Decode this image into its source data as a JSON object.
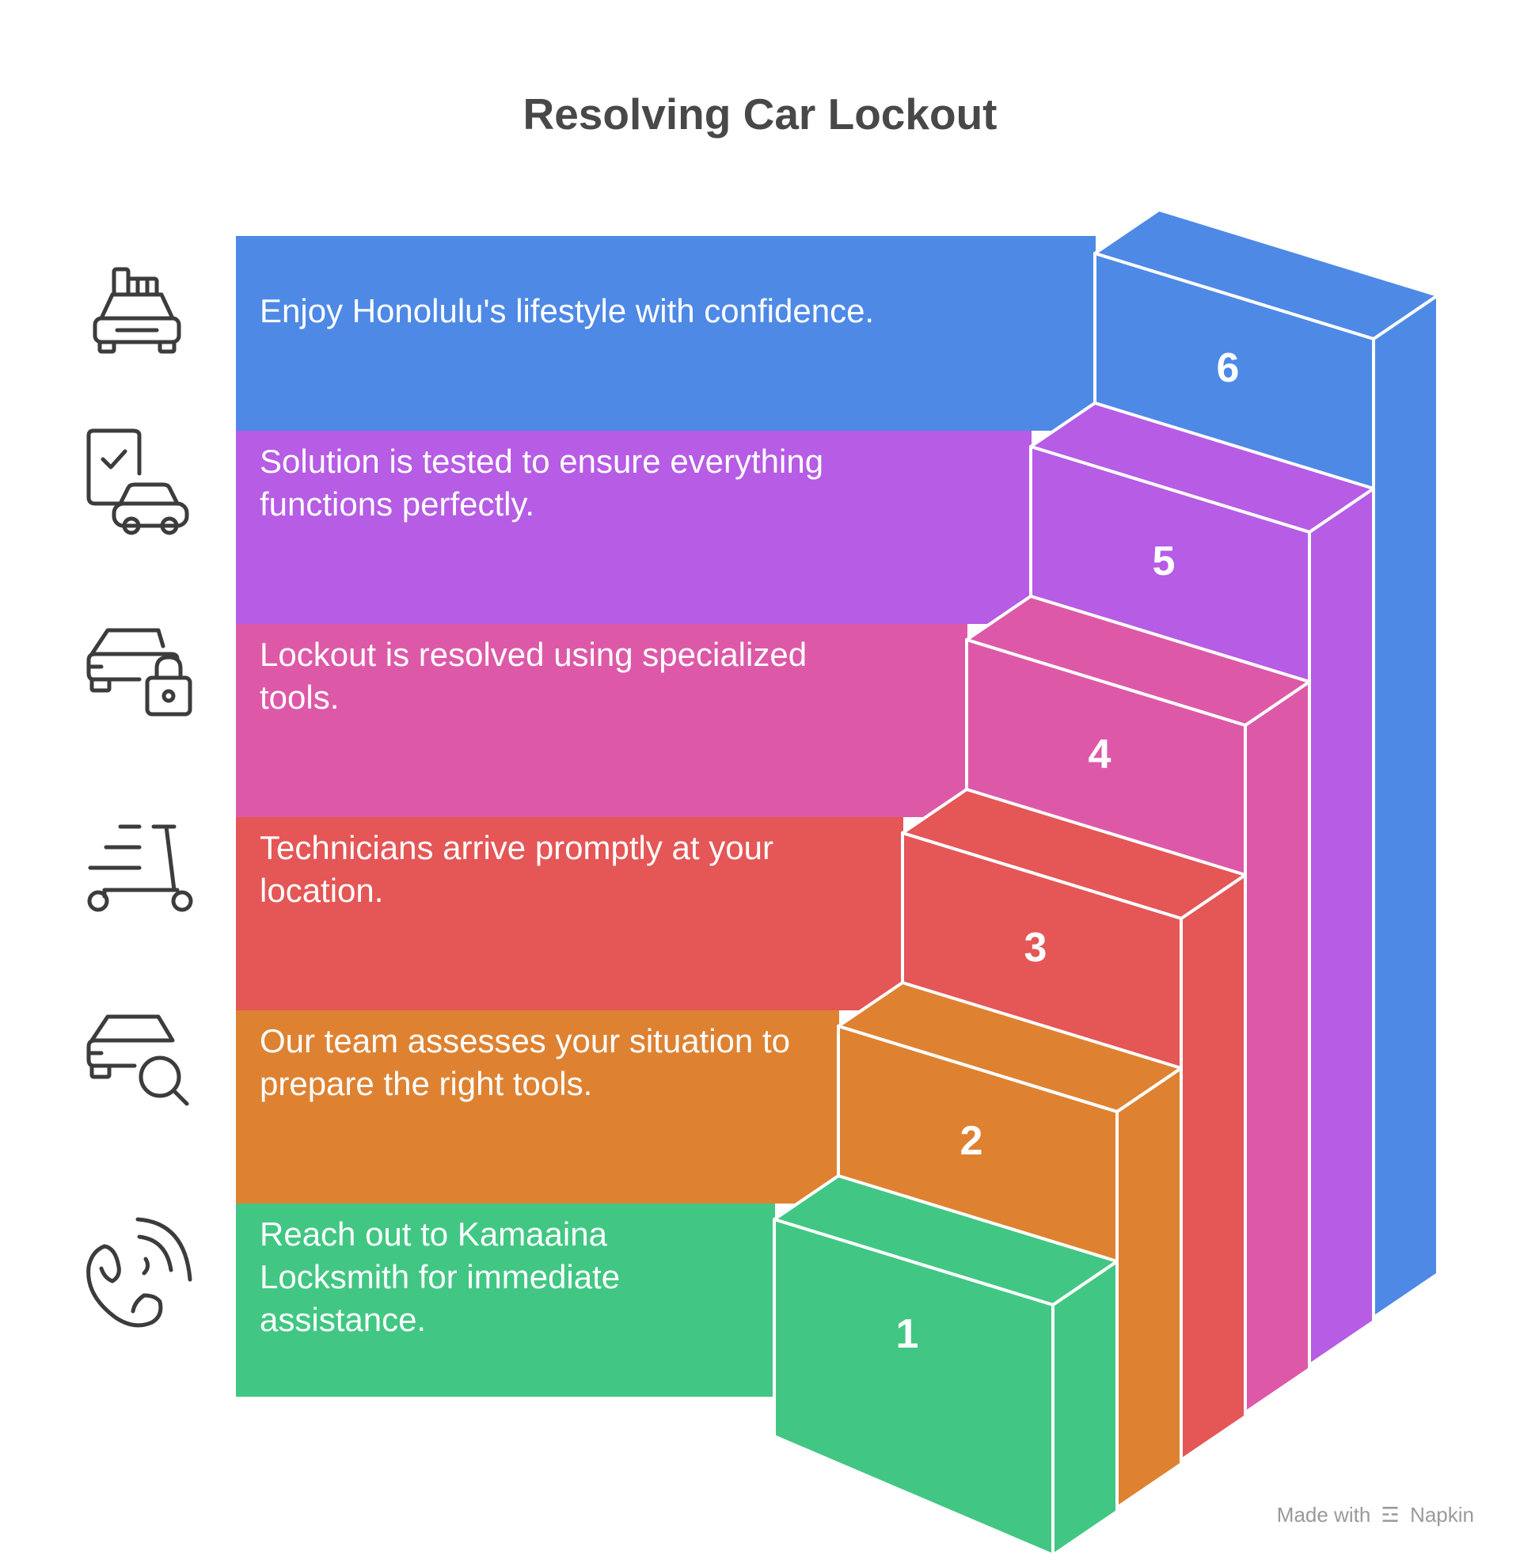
{
  "title": "Resolving Car Lockout",
  "steps": [
    {
      "number": "1",
      "text": "Reach out to Kamaaina Locksmith for immediate assistance.",
      "icon": "phone-call-icon",
      "color": "#41c783"
    },
    {
      "number": "2",
      "text": "Our team assesses your situation to prepare the right tools.",
      "icon": "car-search-icon",
      "color": "#de8232"
    },
    {
      "number": "3",
      "text": "Technicians arrive promptly at your location.",
      "icon": "scooter-delivery-icon",
      "color": "#e55656"
    },
    {
      "number": "4",
      "text": "Lockout is resolved using specialized tools.",
      "icon": "car-lock-icon",
      "color": "#dd59a8"
    },
    {
      "number": "5",
      "text": "Solution is tested to ensure everything functions perfectly.",
      "icon": "checklist-car-icon",
      "color": "#b65ce5"
    },
    {
      "number": "6",
      "text": "Enjoy Honolulu's lifestyle with confidence.",
      "icon": "car-luggage-icon",
      "color": "#4e89e6"
    }
  ],
  "credit": {
    "prefix": "Made with",
    "brand": "Napkin"
  }
}
